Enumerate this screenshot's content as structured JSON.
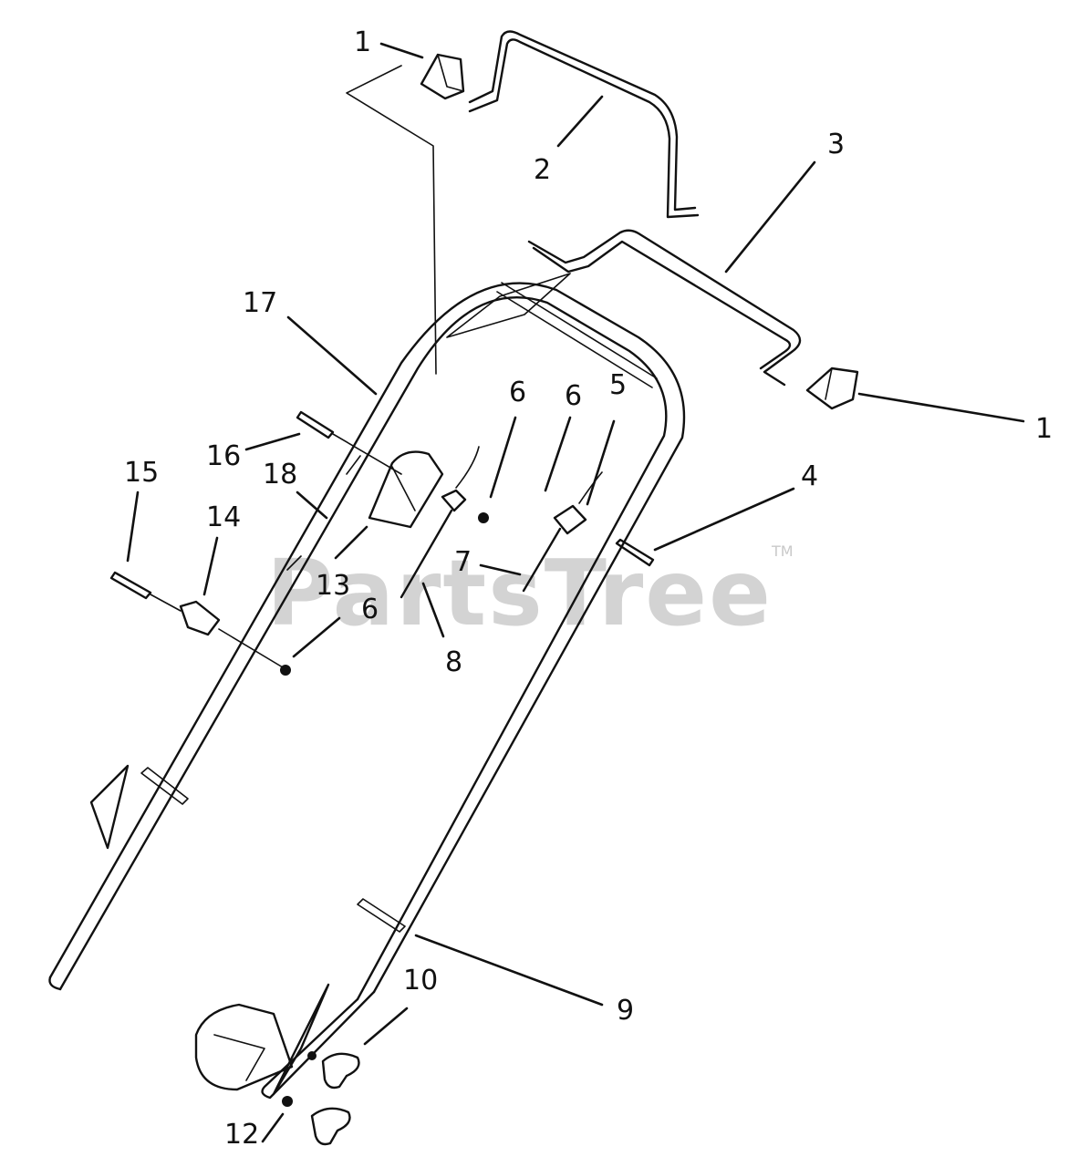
{
  "watermark": {
    "text": "PartsTree",
    "trademark": "TM"
  },
  "callouts": [
    {
      "id": "c1a",
      "label": "1"
    },
    {
      "id": "c2",
      "label": "2"
    },
    {
      "id": "c3",
      "label": "3"
    },
    {
      "id": "c1b",
      "label": "1"
    },
    {
      "id": "c17",
      "label": "17"
    },
    {
      "id": "c6a",
      "label": "6"
    },
    {
      "id": "c6b",
      "label": "6"
    },
    {
      "id": "c5",
      "label": "5"
    },
    {
      "id": "c16",
      "label": "16"
    },
    {
      "id": "c18",
      "label": "18"
    },
    {
      "id": "c4",
      "label": "4"
    },
    {
      "id": "c15",
      "label": "15"
    },
    {
      "id": "c14",
      "label": "14"
    },
    {
      "id": "c7",
      "label": "7"
    },
    {
      "id": "c13",
      "label": "13"
    },
    {
      "id": "c6c",
      "label": "6"
    },
    {
      "id": "c8",
      "label": "8"
    },
    {
      "id": "c10",
      "label": "10"
    },
    {
      "id": "c9",
      "label": "9"
    },
    {
      "id": "c12",
      "label": "12"
    }
  ]
}
